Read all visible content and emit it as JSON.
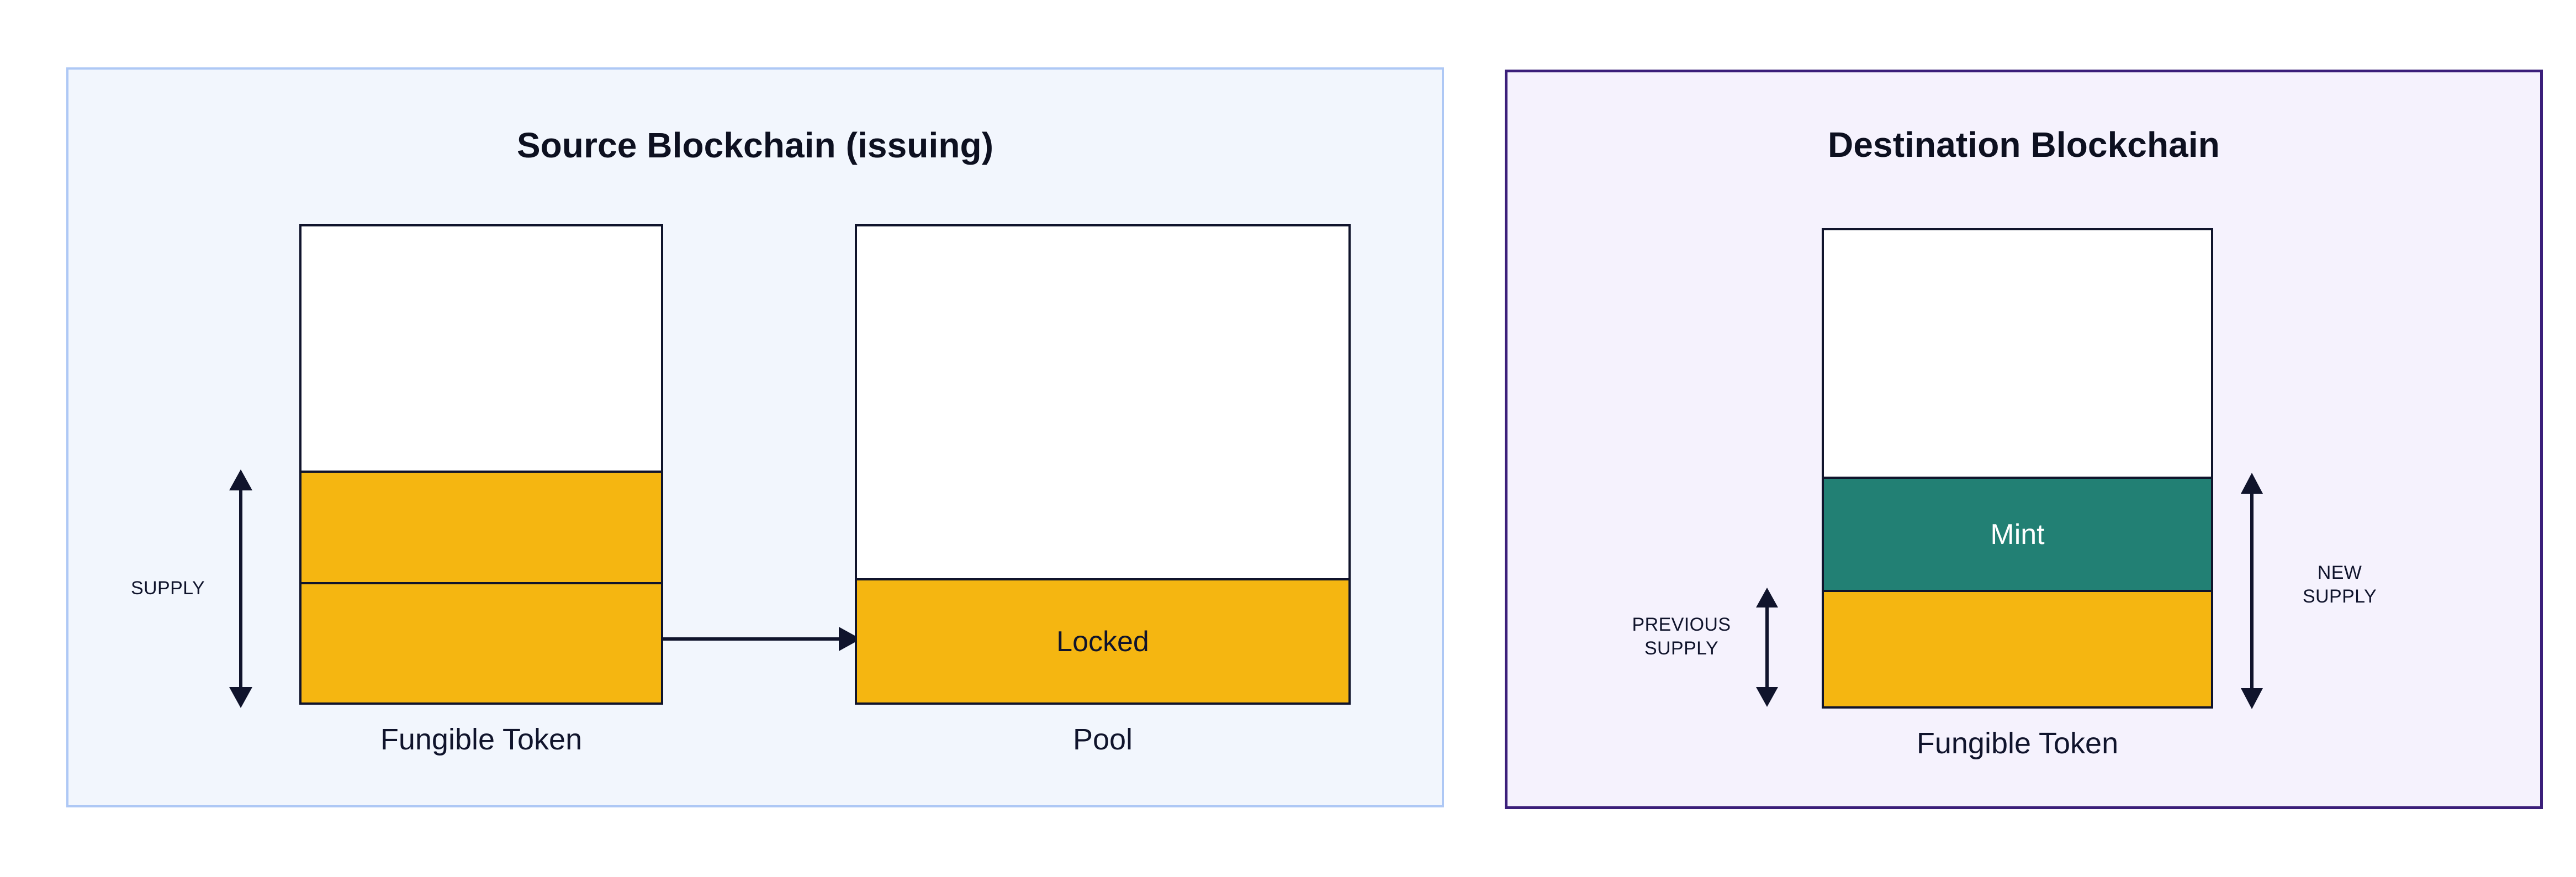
{
  "diagram": {
    "type": "token-bridge-lock-and-mint",
    "panels": [
      {
        "id": "source",
        "title": "Source Blockchain (issuing)",
        "background_color": "#f2f6fd",
        "border_color": "#aec8f5",
        "bars": [
          {
            "id": "source-fungible-token",
            "caption": "Fungible Token",
            "segments": [
              {
                "name": "unused-headroom",
                "label": "",
                "color": "#ffffff",
                "height_pct": 51.0
              },
              {
                "name": "supply-upper",
                "label": "",
                "color": "#f5b611",
                "height_pct": 23.3
              },
              {
                "name": "supply-lower",
                "label": "",
                "color": "#f5b611",
                "height_pct": 25.7
              }
            ]
          },
          {
            "id": "pool",
            "caption": "Pool",
            "segments": [
              {
                "name": "pool-empty",
                "label": "",
                "color": "#ffffff",
                "height_pct": 73.6
              },
              {
                "name": "pool-locked",
                "label": "Locked",
                "color": "#f5b611",
                "height_pct": 26.4
              }
            ]
          }
        ],
        "measures": [
          {
            "id": "supply-measure",
            "label": "SUPPLY",
            "arrow": "double-vertical",
            "spans": "supply-upper+supply-lower"
          }
        ],
        "flows": [
          {
            "id": "lock-flow",
            "from": "source-fungible-token",
            "to": "pool",
            "arrow": "right"
          }
        ]
      },
      {
        "id": "destination",
        "title": "Destination Blockchain",
        "background_color": "#f5f2fd",
        "border_color": "#3b1f7a",
        "bars": [
          {
            "id": "destination-fungible-token",
            "caption": "Fungible Token",
            "segments": [
              {
                "name": "unused-headroom",
                "label": "",
                "color": "#ffffff",
                "height_pct": 51.5
              },
              {
                "name": "mint",
                "label": "Mint",
                "color": "#228074",
                "height_pct": 23.7
              },
              {
                "name": "previous-supply",
                "label": "",
                "color": "#f5b611",
                "height_pct": 24.8
              }
            ]
          }
        ],
        "measures": [
          {
            "id": "previous-supply-measure",
            "label": "PREVIOUS\nSUPPLY",
            "arrow": "double-vertical",
            "spans": "previous-supply"
          },
          {
            "id": "new-supply-measure",
            "label": "NEW\nSUPPLY",
            "arrow": "double-vertical",
            "spans": "mint+previous-supply"
          }
        ]
      }
    ],
    "colors": {
      "token_gold": "#f5b611",
      "mint_teal": "#228074",
      "stroke": "#10142c",
      "source_border": "#aec8f5",
      "destination_border": "#3b1f7a"
    }
  }
}
